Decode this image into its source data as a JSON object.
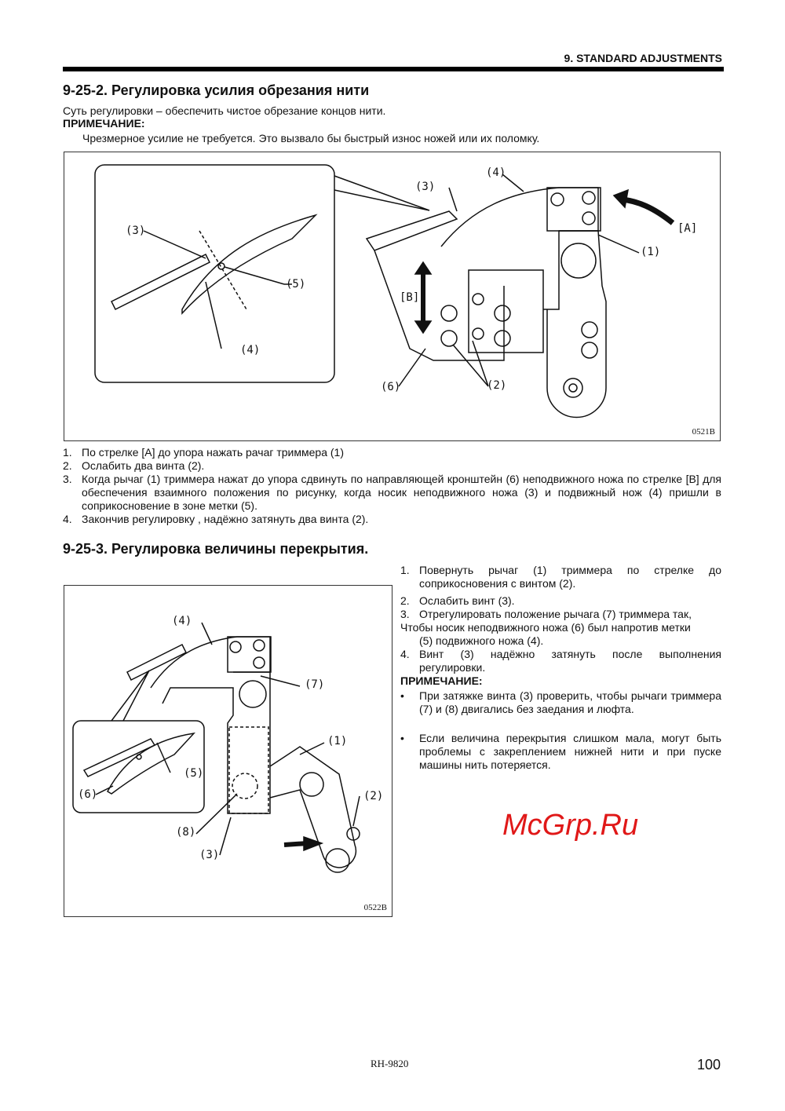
{
  "header": {
    "section": "9. STANDARD ADJUSTMENTS"
  },
  "s1": {
    "title": "9-25-2. Регулировка усилия обрезания нити",
    "intro": "Суть регулировки – обеспечить чистое обрезание концов нити.",
    "note_label": "ПРИМЕЧАНИЕ:",
    "note_text": "Чрезмерное усилие не требуется. Это   вызвало бы  быстрый износ ножей или их поломку.",
    "figure": {
      "code": "0521B",
      "labels": {
        "l3a": "(3)",
        "l5": "(5)",
        "l4a": "(4)",
        "l3b": "(3)",
        "l4b": "(4)",
        "A": "[A]",
        "l1": "(1)",
        "B": "[B]",
        "l6": "(6)",
        "l2": "(2)"
      }
    },
    "steps": [
      {
        "n": "1.",
        "text": "По стрелке [A] до упора нажать рачаг триммера (1)"
      },
      {
        "n": "2.",
        "text": "Ослабить два винта (2)."
      },
      {
        "n": "3.",
        "text": "Когда рычаг (1) триммера нажат до упора сдвинуть по направляющей кронштейн (6) неподвижного ножа по стрелке [B]  для обеспечения взаимного положения по рисунку, когда носик неподвижного ножа (3) и подвижный нож (4) пришли в соприкосновение в зоне метки (5)."
      },
      {
        "n": "4.",
        "text": "Закончив регулировку , надёжно затянуть два винта (2)."
      }
    ]
  },
  "s2": {
    "title": "9-25-3. Регулировка величины перекрытия.",
    "figure": {
      "code": "0522B",
      "labels": {
        "l4": "(4)",
        "l7": "(7)",
        "l1": "(1)",
        "l5": "(5)",
        "l6": "(6)",
        "l2": "(2)",
        "l8": "(8)",
        "l3": "(3)"
      }
    },
    "steps": [
      {
        "n": "1.",
        "text": "Повернуть рычаг (1) триммера по стрелке до соприкосновения с винтом (2)."
      },
      {
        "n": "2.",
        "text": "Ослабить винт (3)."
      },
      {
        "n": "3.",
        "text": "Отрегулировать положение рычага (7) триммера так,"
      }
    ],
    "step3_cont": "Чтобы носик неподвижного ножа (6) был напротив метки",
    "step3_cont2": "(5) подвижного ножа (4).",
    "step4": {
      "n": "4.",
      "text": "Винт (3) надёжно затянуть после выполнения регулировки."
    },
    "note_label": "ПРИМЕЧАНИЕ:",
    "bullets": [
      "При затяжке винта (3) проверить, чтобы рычаги триммера (7) и (8) двигались без заедания и люфта.",
      "Если величина перекрытия слишком мала, могут быть проблемы с закреплением нижней нити и при пуске машины нить потеряется."
    ]
  },
  "footer": {
    "model": "RH-9820",
    "page": "100"
  },
  "watermark": "McGrp.Ru"
}
